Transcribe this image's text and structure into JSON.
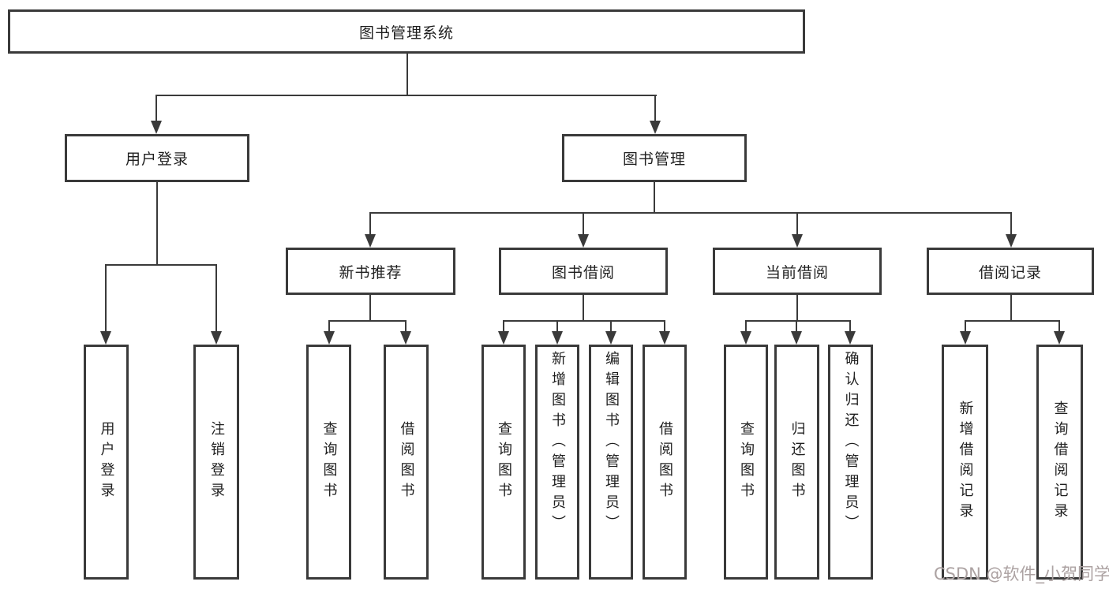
{
  "colors": {
    "line": "#3a3a3a",
    "text": "#1f1f1f",
    "watermark": "#aca2a2",
    "background": "#ffffff"
  },
  "watermark": "CSDN @软件_小贺同学",
  "nodes": {
    "root": "图书管理系统",
    "user_login": "用户登录",
    "book_management": "图书管理",
    "new_book_recommend": "新书推荐",
    "book_borrow": "图书借阅",
    "current_borrow": "当前借阅",
    "borrow_record": "借阅记录",
    "leaf_user_login": "用户登录",
    "leaf_logout_login": "注销登录",
    "leaf_query_book_1": "查询图书",
    "leaf_borrow_book_1": "借阅图书",
    "leaf_query_book_2": "查询图书",
    "leaf_add_book_admin": "新增图书（管理员）",
    "leaf_edit_book_admin": "编辑图书（管理员）",
    "leaf_borrow_book_2": "借阅图书",
    "leaf_query_book_3": "查询图书",
    "leaf_return_book": "归还图书",
    "leaf_confirm_return_admin": "确认归还（管理员）",
    "leaf_add_borrow_record": "新增借阅记录",
    "leaf_query_borrow_record": "查询借阅记录"
  }
}
